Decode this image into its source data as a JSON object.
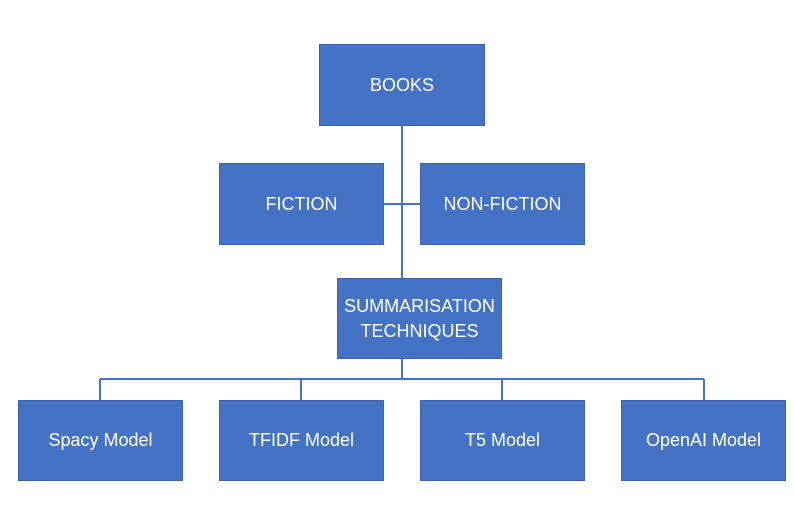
{
  "diagram": {
    "root": {
      "label": "BOOKS"
    },
    "categories": [
      {
        "label": "FICTION"
      },
      {
        "label": "NON-FICTION"
      }
    ],
    "techniques": {
      "label": "SUMMARISATION\nTECHNIQUES"
    },
    "models": [
      {
        "label": "Spacy Model"
      },
      {
        "label": "TFIDF Model"
      },
      {
        "label": "T5 Model"
      },
      {
        "label": "OpenAI Model"
      }
    ],
    "colors": {
      "box_fill": "#4472c4",
      "box_border": "#3b63ad",
      "connector": "#4472c4",
      "text": "#ffffff"
    }
  }
}
